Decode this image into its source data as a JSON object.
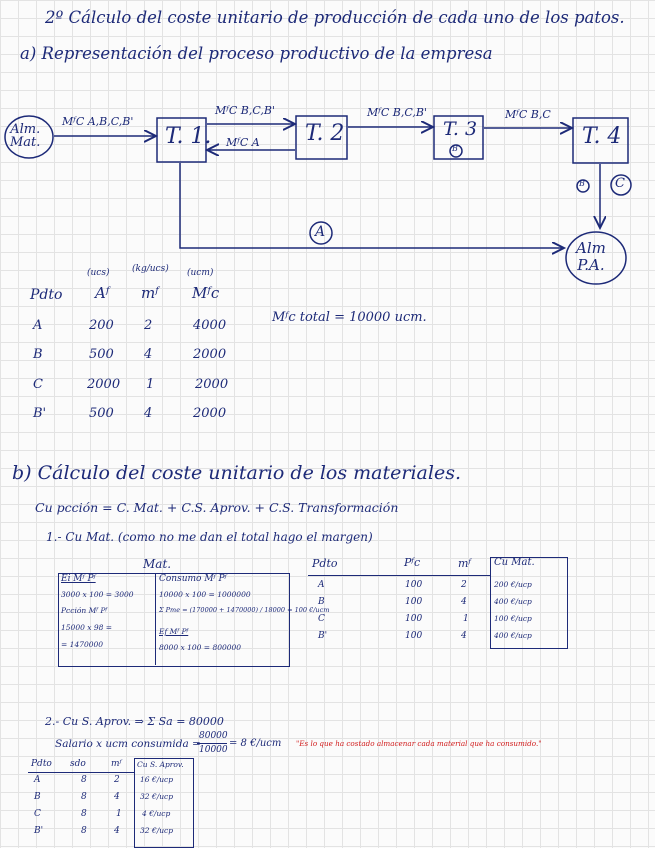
{
  "title": "2º Cálculo del coste unitario de producción de cada uno de los patos.",
  "section_a": {
    "heading": "a) Representación del proceso productivo de la empresa",
    "nodes": {
      "alm_mat": [
        "Alm.",
        "Mat."
      ],
      "t1": "T. 1.",
      "t2": "T. 2",
      "t3": "T. 3",
      "t3_mark": "B",
      "t4": "T. 4",
      "t4_mark": "B",
      "alm_pa": [
        "Alm",
        "P.A."
      ]
    },
    "arrows": {
      "alm_to_t1": "MᶠC A,B,C,B'",
      "t1_to_t2": "MᶠC B,C,B'",
      "t2_to_t1": "MᶠC A",
      "t2_to_t3": "MᶠC B,C,B'",
      "t3_to_t4": "MᶠC B,C",
      "circle_a": "A",
      "circle_c": "C"
    },
    "table": {
      "units": [
        "(ucs)",
        "(kg/ucs)",
        "(ucm)"
      ],
      "headers": [
        "Pdto",
        "Aᶠ",
        "mᶠ",
        "Mᶠc"
      ],
      "rows": [
        [
          "A",
          "200",
          "2",
          "4000"
        ],
        [
          "B",
          "500",
          "4",
          "2000"
        ],
        [
          "C",
          "2000",
          "1",
          "2000"
        ],
        [
          "B'",
          "500",
          "4",
          "2000"
        ]
      ]
    },
    "total": "Mᶠc total = 10000 ucm."
  },
  "section_b": {
    "heading": "b) Cálculo del coste unitario de los materiales.",
    "formula": "Cu pcción = C. Mat. + C.S. Aprov. + C.S. Transformación",
    "step1": "1.- Cu Mat. (como no me dan el total hago el margen)",
    "mat_label": "Mat.",
    "left_box": {
      "col1_title": "Ei Mᶠ Pᶠ",
      "col1_lines": [
        "3000 x 100 = 3000",
        "Pcción Mᶠ Pᶠ",
        "15000 x 98 =",
        "= 1470000"
      ],
      "col2_title": "Consumo Mᶠ Pᶠ",
      "col2_lines": [
        "10000 x 100 = 1000000",
        "Σ Pme = (170000 + 1470000) / 18000 = 100 €/ucm",
        "Ef Mᶠ Pᶠ",
        "8000 x 100 = 800000"
      ]
    },
    "mat_table": {
      "headers": [
        "Pdto",
        "Pᶠc",
        "mᶠ",
        "Cu Mat."
      ],
      "rows": [
        [
          "A",
          "100",
          "2",
          "200 €/ucp"
        ],
        [
          "B",
          "100",
          "4",
          "400 €/ucp"
        ],
        [
          "C",
          "100",
          "1",
          "100 €/ucp"
        ],
        [
          "B'",
          "100",
          "4",
          "400 €/ucp"
        ]
      ]
    },
    "step2": "2.- Cu S. Aprov. ⇒ Σ Sa = 80000",
    "step2_line": "Salario x ucm consumida =",
    "fraction_num": "80000",
    "fraction_den": "10000",
    "fraction_result": "= 8 €/ucm",
    "quote": "\"Es lo que ha costado almacenar cada material que ha consumido.\"",
    "aprov_table": {
      "headers": [
        "Pdto",
        "sdo",
        "mᶠ",
        "Cu S. Aprov."
      ],
      "rows": [
        [
          "A",
          "8",
          "2",
          "16 €/ucp"
        ],
        [
          "B",
          "8",
          "4",
          "32 €/ucp"
        ],
        [
          "C",
          "8",
          "1",
          "4 €/ucp"
        ],
        [
          "B'",
          "8",
          "4",
          "32 €/ucp"
        ]
      ]
    }
  }
}
